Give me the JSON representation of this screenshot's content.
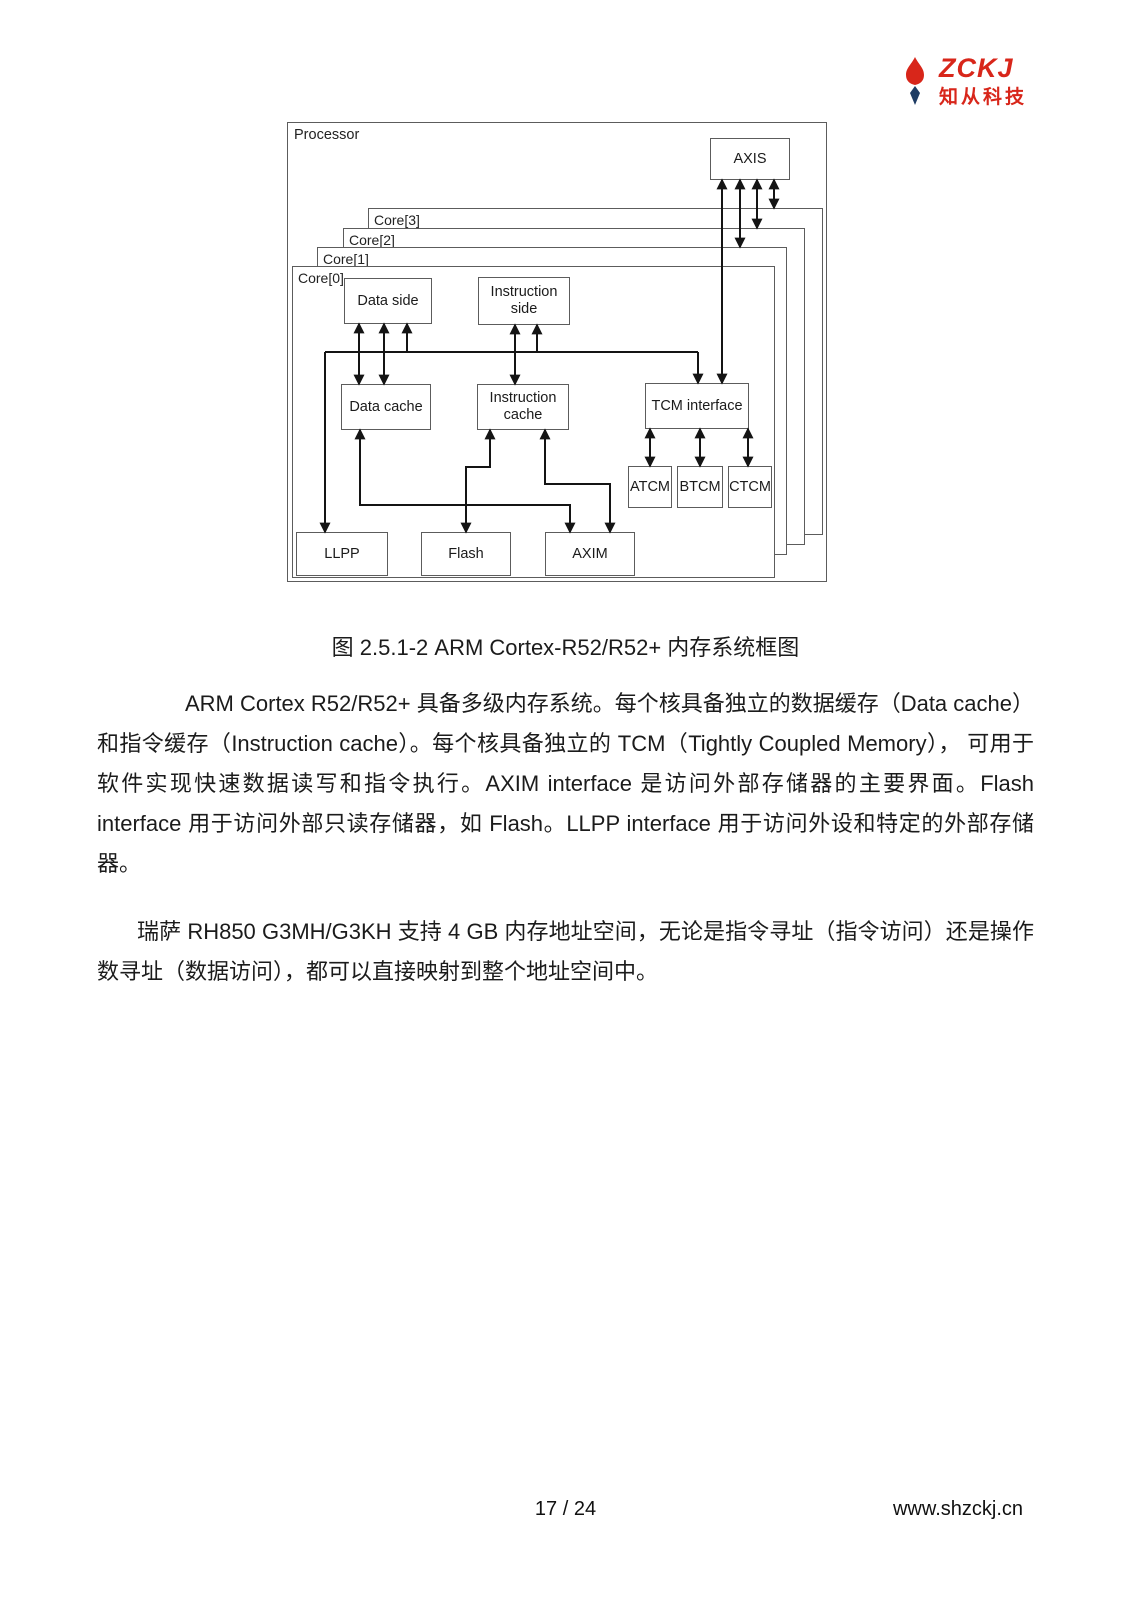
{
  "logo": {
    "brand": "ZCKJ",
    "brand_cn": "知从科技"
  },
  "figure": {
    "processor": "Processor",
    "axis": "AXIS",
    "cores": [
      "Core[3]",
      "Core[2]",
      "Core[1]",
      "Core[0]"
    ],
    "blocks": {
      "data_side": "Data side",
      "instruction_side": "Instruction side",
      "data_cache": "Data cache",
      "instruction_cache": "Instruction cache",
      "tcm_interface": "TCM interface",
      "atcm": "ATCM",
      "btcm": "BTCM",
      "ctcm": "CTCM",
      "llpp": "LLPP",
      "flash": "Flash",
      "axim": "AXIM"
    }
  },
  "caption": "图 2.5.1-2 ARM Cortex-R52/R52+ 内存系统框图",
  "paragraphs": [
    "ARM Cortex R52/R52+ 具备多级内存系统。每个核具备独立的数据缓存（Data cache）和指令缓存（Instruction cache）。每个核具备独立的 TCM（Tightly Coupled Memory）， 可用于软件实现快速数据读写和指令执行。AXIM interface 是访问外部存储器的主要界面。Flash interface 用于访问外部只读存储器，如 Flash。LLPP interface 用于访问外设和特定的外部存储器。",
    "瑞萨 RH850 G3MH/G3KH 支持 4 GB 内存地址空间，无论是指令寻址（指令访问）还是操作数寻址（数据访问），都可以直接映射到整个地址空间中。"
  ],
  "footer": {
    "page": "17 / 24",
    "website": "www.shzckj.cn"
  }
}
